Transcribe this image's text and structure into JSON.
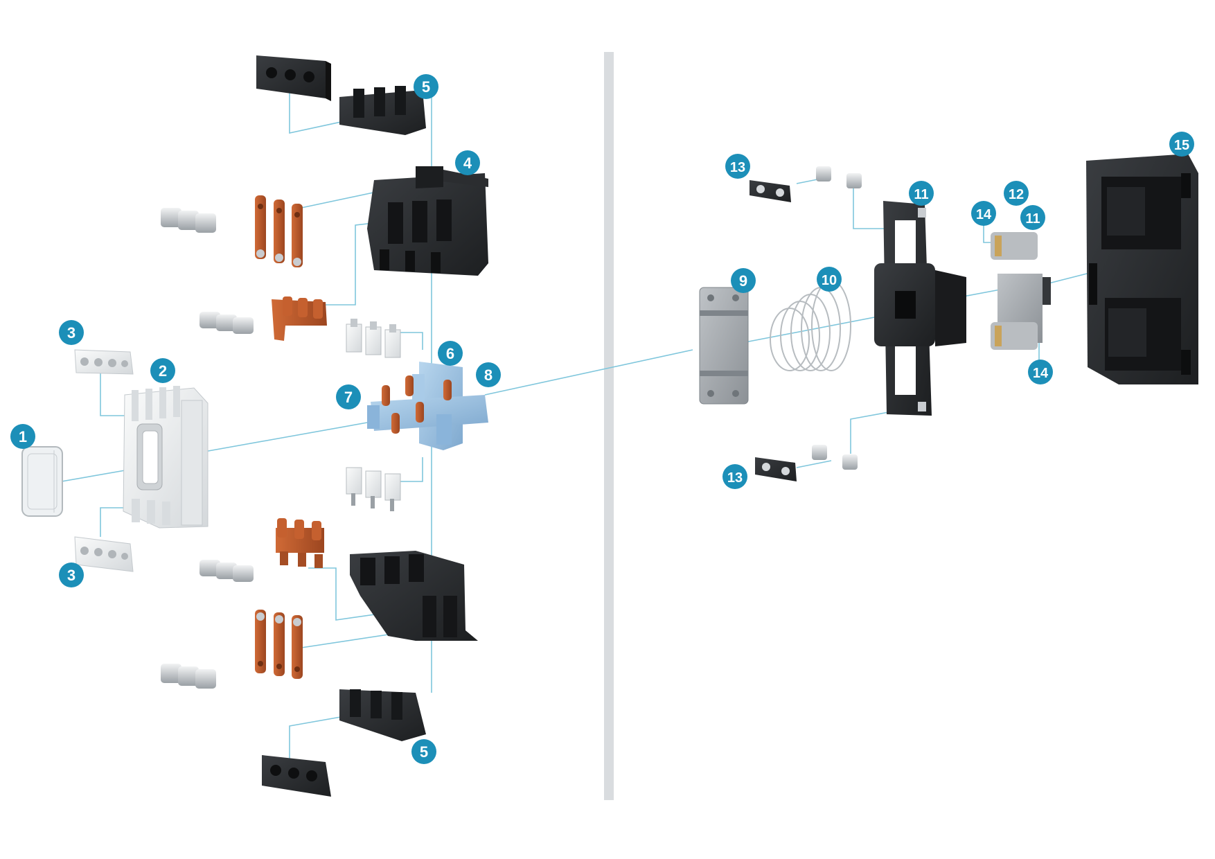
{
  "diagram": {
    "callouts": [
      {
        "id": "c1",
        "label": "1"
      },
      {
        "id": "c2",
        "label": "2"
      },
      {
        "id": "c3a",
        "label": "3"
      },
      {
        "id": "c3b",
        "label": "3"
      },
      {
        "id": "c4",
        "label": "4"
      },
      {
        "id": "c5a",
        "label": "5"
      },
      {
        "id": "c5b",
        "label": "5"
      },
      {
        "id": "c6",
        "label": "6"
      },
      {
        "id": "c7",
        "label": "7"
      },
      {
        "id": "c8",
        "label": "8"
      },
      {
        "id": "c9",
        "label": "9"
      },
      {
        "id": "c10",
        "label": "10"
      },
      {
        "id": "c11a",
        "label": "11"
      },
      {
        "id": "c11b",
        "label": "11"
      },
      {
        "id": "c12",
        "label": "12"
      },
      {
        "id": "c13a",
        "label": "13"
      },
      {
        "id": "c13b",
        "label": "13"
      },
      {
        "id": "c14a",
        "label": "14"
      },
      {
        "id": "c14b",
        "label": "14"
      },
      {
        "id": "c15",
        "label": "15"
      }
    ],
    "colors": {
      "callout": "#1c8fb8",
      "leader": "#7fc6dc",
      "black_part": "#26282b",
      "copper": "#b9572c",
      "blue_part": "#9cc3e4",
      "white_part": "#eceeef",
      "grey_part": "#9ea3a8",
      "divider": "#d9dcdf"
    }
  }
}
